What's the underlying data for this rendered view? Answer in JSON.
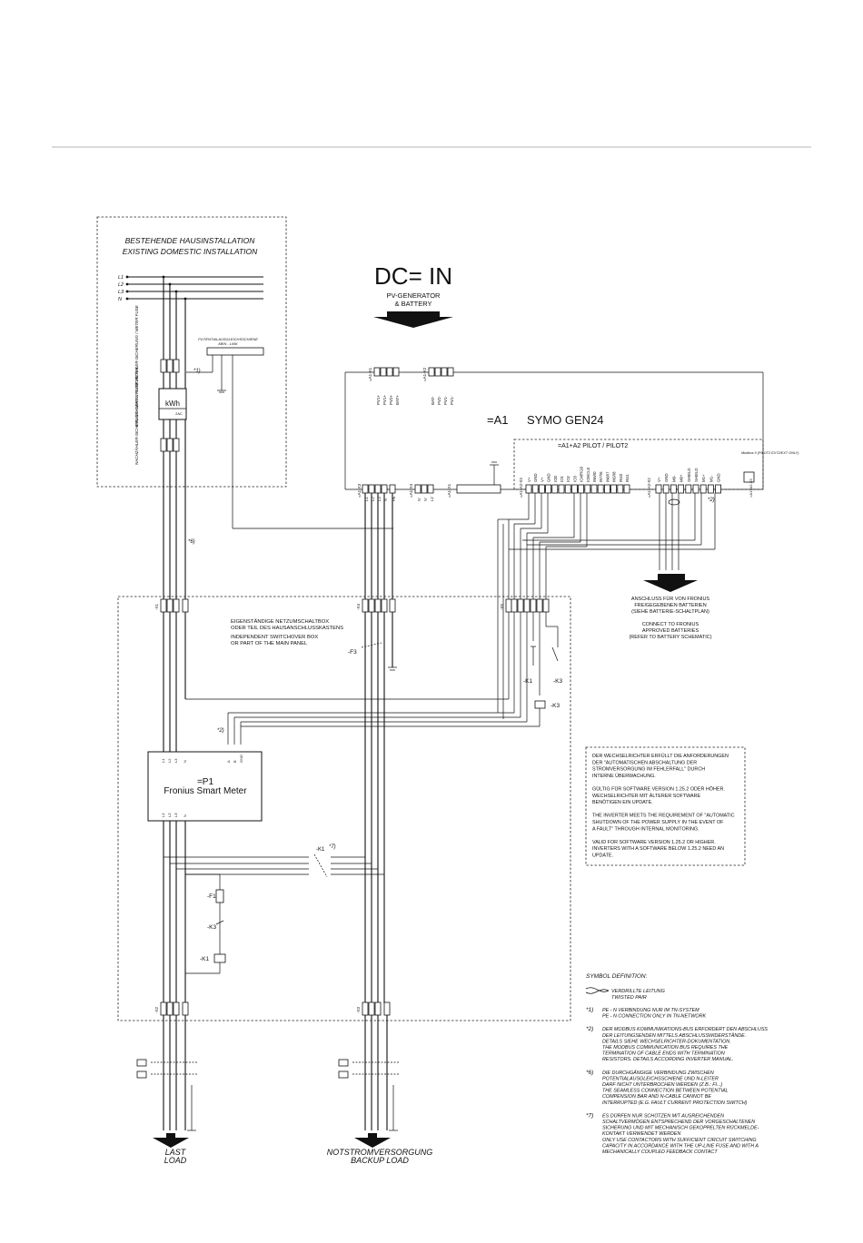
{
  "domestic": {
    "title_de": "BESTEHENDE HAUSINSTALLATION",
    "title_en": "EXISTING DOMESTIC INSTALLATION",
    "phases": [
      "L1",
      "L2",
      "L3",
      "N"
    ],
    "equipotential": "POTENTIALAUSGLEICHSSCHIENE",
    "men_link": "MEN - LINK",
    "meter_fuse": "VORZÄHLER-SICHERUNG / METER FUSE",
    "utility_meter": "EVU-ZÄHLER / UTILITY METER",
    "kwh": "kWh",
    "meter_sub": "2AC",
    "main_fuse": "NACHZÄHLER-SICHERUNG / MAINS FUSE",
    "note1_ref": "*1)",
    "note6_ref": "*6)"
  },
  "dc": {
    "title": "DC= IN",
    "sub1": "PV-GENERATOR",
    "sub2": "& BATTERY",
    "x1_label": "=A1-X1",
    "x1_pins": [
      "PV1+",
      "PV1+",
      "PV2+",
      "BAT+"
    ],
    "x2_label": "=A1-X2",
    "x2_pins": [
      "BAT-",
      "PV2-",
      "PV1-",
      "PV1-"
    ]
  },
  "inverter": {
    "label": "=A1",
    "model": "SYMO GEN24",
    "pilot": "=A1+A2  PILOT  /  PILOT2",
    "x3_label": "=A1-X3",
    "x3_pins": [
      "L1",
      "L2",
      "L3",
      "N",
      "PE"
    ],
    "x4_label": "=A1-X4",
    "x4_pins": [
      "N'",
      "N'",
      "L1'"
    ],
    "xpe_label": "=A1-X1",
    "io_label": "=A1+A2-X3",
    "io_pins": [
      "V+",
      "GND",
      "V+",
      "GND",
      "IO0",
      "IO1",
      "IO2",
      "IO3",
      "IO4/RG0",
      "IO5/CL0",
      "IN6/I0",
      "IN7/I6",
      "IN8/I7",
      "IN9/I8",
      "IN10",
      "IN11"
    ],
    "mb_label": "=A1+A2-X2",
    "mb_pins": [
      "V+",
      "GND",
      "M0-",
      "M0+",
      "SHIELD",
      "SHIELD",
      "M1+",
      "M1-",
      "GND"
    ],
    "modbus": "Modbus 0 (PILOT2 EXT2/EXT ONLY)",
    "modbus_sub": "=A1+A2-X5",
    "note2_ref": "*2)"
  },
  "battery_arrow": {
    "de1": "ANSCHLUSS FÜR VON FRONIUS",
    "de2": "FREIGEGEBENEN BATTERIEN",
    "de3": "(SIEHE BATTERIE-SCHALTPLAN)",
    "en1": "CONNECT TO FRONIUS",
    "en2": "APPROVED BATTERIES",
    "en3": "(REFER TO BATTERY SCHEMATIC)"
  },
  "switchbox": {
    "de1": "EIGENSTÄNDIGE NETZUMSCHALTBOX",
    "de2": "ODER TEIL DES HAUSANSCHLUSSKASTENS",
    "en1": "INDEPENDENT SWITCHOVER BOX",
    "en2": "OR PART OF THE MAIN PANEL",
    "x1": "-X1",
    "x4": "-X4",
    "x5": "-X5",
    "x2": "-X2",
    "x3": "-X3",
    "f3": "-F3",
    "k1": "-K1",
    "k3": "-K3",
    "k3coil": "-K3",
    "f1": "-F1",
    "k3b": "-K3",
    "k1b": "-K1",
    "k1_contacts": "-K1",
    "note7_ref": "*7)",
    "note2_ref": "*2)"
  },
  "meter": {
    "label": "=P1",
    "name": "Fronius Smart Meter",
    "top_pins": [
      "L1",
      "L2",
      "L3",
      "N"
    ],
    "bus_pins": [
      "A",
      "B",
      "GND"
    ],
    "bottom_pins": [
      "L1'",
      "L2'",
      "L3'",
      "N"
    ]
  },
  "outputs": {
    "load_de": "LAST",
    "load_en": "LOAD",
    "backup_de": "NOTSTROMVERSORGUNG",
    "backup_en": "BACKUP LOAD"
  },
  "info_box": {
    "lines": [
      "DER WECHSELRICHTER ERFÜLLT DIE ANFORDERUNGEN",
      "DER \"AUTOMATISCHEN ABSCHALTUNG DER",
      "STROMVERSORGUNG IM FEHLERFALL\" DURCH",
      "INTERNE ÜBERWACHUNG.",
      "",
      "GÜLTIG FÜR SOFTWARE VERSION 1.25.2 ODER HÖHER.",
      "WECHSELRICHTER MIT ÄLTERER SOFTWARE",
      "BENÖTIGEN EIN UPDATE.",
      "",
      "THE INVERTER MEETS THE REQUIREMENT OF \"AUTOMATIC",
      "SHUTDOWN OF THE POWER SUPPLY IN THE EVENT OF",
      "A FAULT\" THROUGH INTERNAL MONITORING.",
      "",
      "VALID FOR SOFTWARE VERSION 1.25.2 OR HIGHER.",
      "INVERTERS WITH A SOFTWARE BELOW 1.25.2 NEED AN",
      "UPDATE."
    ]
  },
  "legend": {
    "title": "SYMBOL DEFINITION:",
    "twisted_de": "VERDRILLTE LEITUNG",
    "twisted_en": "TWISTED PAIR",
    "notes": [
      {
        "ref": "*1)",
        "lines": [
          "PE - N VERBINDUNG NUR IM TN-SYSTEM",
          "PE - N CONNECTION ONLY IN TN-NETWORK"
        ]
      },
      {
        "ref": "*2)",
        "lines": [
          "DER MODBUS KOMMUNIKATIONS-BUS ERFORDERT DEN ABSCHLUSS",
          "DER LEITUNGSENDEN MITTELS ABSCHLUSSWIDERSTÄNDE.",
          "DETAILS SIEHE WECHSELRICHTER-DOKUMENTATION.",
          "THE MODBUS COMMUNICATION BUS REQUIRES THE",
          "TERMINATION OF CABLE ENDS WITH TERMINATION",
          "RESISTORS. DETAILS ACCORDING INVERTER MANUAL."
        ]
      },
      {
        "ref": "*6)",
        "lines": [
          "DIE DURCHGÄNGIGE VERBINDUNG ZWISCHEN",
          "POTENTIALAUSGLEICHSSCHIENE UND N-LEITER",
          "DARF NICHT UNTERBROCHEN WERDEN (Z.B.: FI...)",
          "THE SEAMLESS CONNECTION BETWEEN POTENTIAL",
          "COMPENSION  BAR AND N-CABLE CANNOT BE",
          "INTERRUPTED (E.G. FAULT CURRENT PROTECTION SWITCH)"
        ]
      },
      {
        "ref": "*7)",
        "lines": [
          "ES DÜRFEN NUR SCHÜTZEN MIT AUSREICHENDEN",
          "SCHALTVERMÖGEN ENTSPRECHEND DER VORGESCHALTENEN",
          "SICHERUNG UND MIT MECHANISCH GEKOPPELTEN RÜCKMELDE-",
          "KONTAKT VERWENDET WERDEN",
          "ONLY USE CONTACTORS WITH SUFFICIENT CIRCUIT SWITCHING",
          "CAPACITY IN ACCORDANCE WITH THE UP-LINE FUSE AND WITH A",
          "MECHANICALLY COUPLED FEEDBACK CONTACT"
        ]
      }
    ]
  }
}
